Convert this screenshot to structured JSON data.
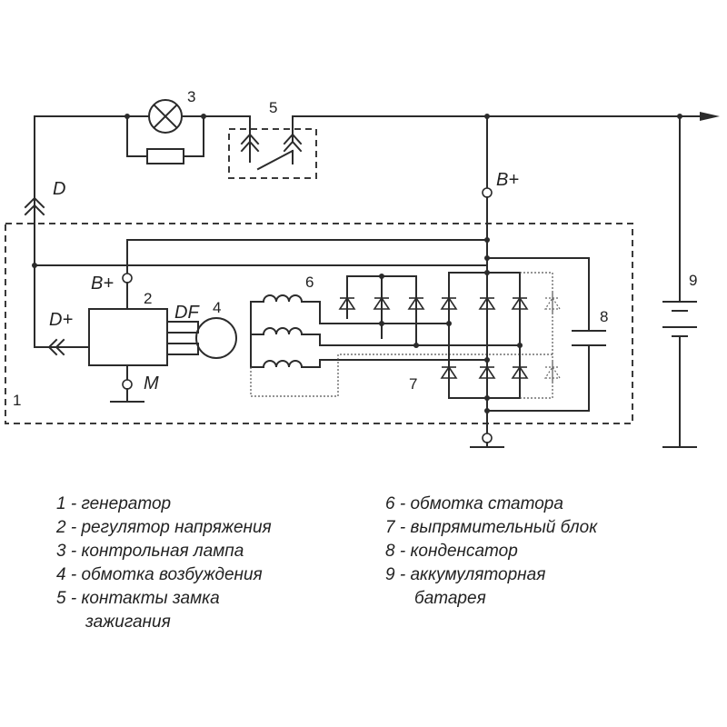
{
  "diagram": {
    "labels": {
      "d": "D",
      "b_plus_top": "B+",
      "b_plus_reg": "B+",
      "d_plus": "D+",
      "df": "DF",
      "m": "M"
    },
    "numbers": {
      "n1": "1",
      "n2": "2",
      "n3": "3",
      "n4": "4",
      "n5": "5",
      "n6": "6",
      "n7": "7",
      "n8": "8",
      "n9": "9"
    }
  },
  "legend": {
    "left": [
      "1 - генератор",
      "2 - регулятор напряжения",
      "3 - контрольная лампа",
      "4 - обмотка возбуждения",
      "5 - контакты замка",
      "зажигания"
    ],
    "right": [
      "6 - обмотка статора",
      "7 - выпрямительный блок",
      "8 - конденсатор",
      "9 - аккумуляторная",
      "батарея"
    ]
  },
  "colors": {
    "line": "#2b2b2b",
    "background": "#ffffff"
  }
}
